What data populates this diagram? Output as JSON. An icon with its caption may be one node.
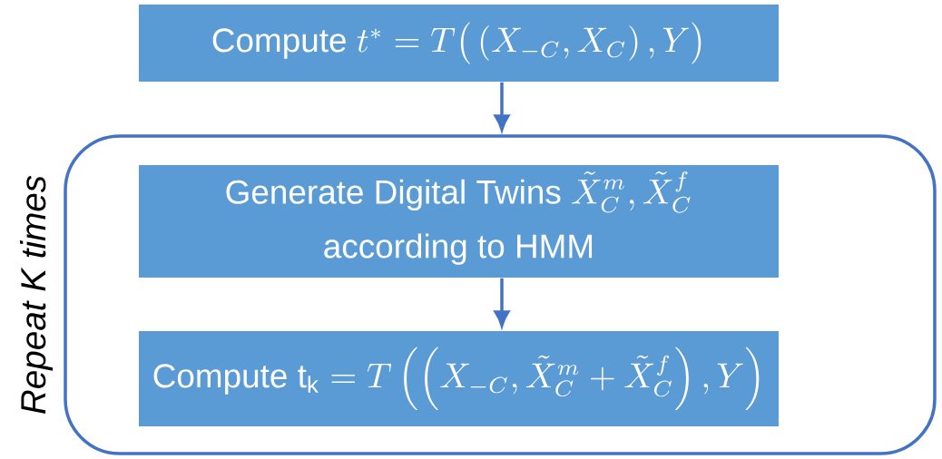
{
  "diagram": {
    "nodes": [
      {
        "text": [
          "\\text{Compute } t^{*}=T\\big(\\left(X_{-C},X_{C}\\right),Y\\big)"
        ]
      },
      {
        "text": [],
        "shape": "box",
        "beside": [
          "Repeat K times"
        ]
      },
      {
        "text": [
          "\\begin{gathered}\\text{Generate Digital Twins } \\tilde{X}_{C}^{m},\\tilde{X}_{C}^{f}\\\\ \\text{according to HMM}\\end{gathered}"
        ],
        "in": 1
      },
      {
        "text": [
          "\\text{Compute } \\mathrm{t}_{\\mathrm{k}}=T\\left(\\left(X_{-C},\\tilde{X}_{C}^{m}+\\tilde{X}_{C}^{f}\\right),Y\\right)"
        ],
        "in": 1
      }
    ],
    "edges": [
      {
        "from": 0,
        "to": 1,
        "arrow": "to"
      },
      {
        "from": 2,
        "to": 3,
        "arrow": "to"
      }
    ]
  }
}
